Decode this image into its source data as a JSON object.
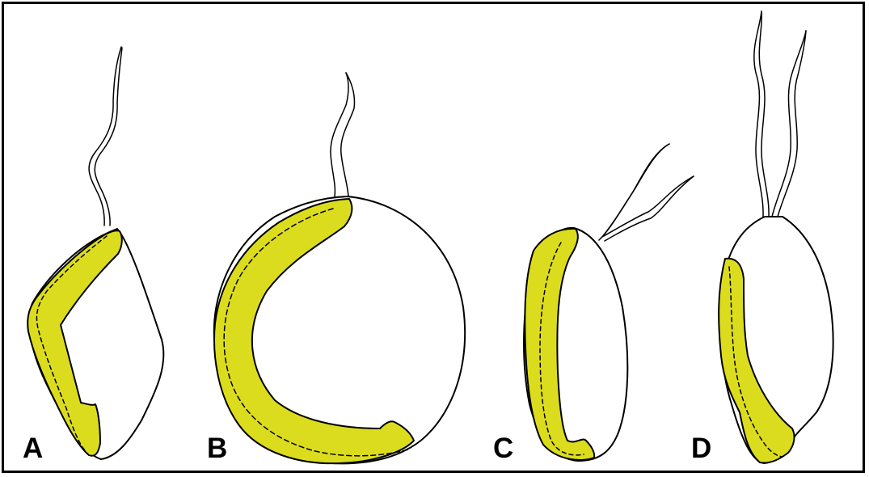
{
  "figure": {
    "panels": [
      {
        "label": "A"
      },
      {
        "label": "B"
      },
      {
        "label": "C"
      },
      {
        "label": "D"
      }
    ]
  },
  "colors": {
    "highlight": "#dcdc1e",
    "outline": "#000000",
    "background": "#ffffff"
  }
}
